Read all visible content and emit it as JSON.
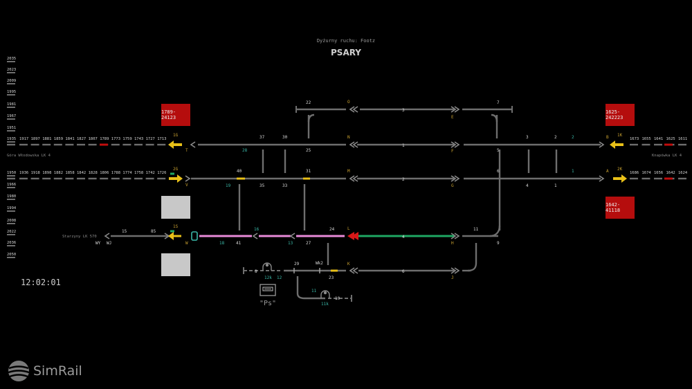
{
  "header": {
    "dispatcher": "Dyżurny ruchu: Footz",
    "station": "PSARY"
  },
  "clock": "12:02:01",
  "brand": {
    "name": "SimRail"
  },
  "colors": {
    "track": "#6e6e6e",
    "green": "#1fa863",
    "pink": "#e88ad8",
    "red": "#c20d0d",
    "yellow": "#e8c018",
    "cyan": "#3ab8a8",
    "label_yellow": "#c8a030"
  },
  "timeline_labels": [
    "2035",
    "2023",
    "2009",
    "1995",
    "1981",
    "1967",
    "1951",
    "1935",
    "1950",
    "1966",
    "1980",
    "1994",
    "2008",
    "2022",
    "2036",
    "2050"
  ],
  "upper_left_blocks": [
    "1917",
    "1897",
    "1881",
    "1859",
    "1841",
    "1827",
    "1807",
    "1789",
    "1773",
    "1759",
    "1743",
    "1727",
    "1713"
  ],
  "lower_left_blocks": [
    "1936",
    "1918",
    "1898",
    "1882",
    "1858",
    "1842",
    "1828",
    "1806",
    "1788",
    "1774",
    "1758",
    "1742",
    "1726"
  ],
  "upper_right_blocks": [
    "1673",
    "1655",
    "1641",
    "1625",
    "1611"
  ],
  "lower_right_blocks": [
    "1686",
    "1674",
    "1656",
    "1642",
    "1624"
  ],
  "line_labels": {
    "left": "Góra Włodowska LK 4",
    "right": "Knapówka LK 4",
    "starzyny": "Starzyny LK 570"
  },
  "trains": {
    "t1": "1789-24123",
    "t2": "1625-242223",
    "t3": "1642-41118"
  },
  "signals": {
    "1G": "1G",
    "2G": "2G",
    "1S": "1S",
    "1K": "1K",
    "2K": "2K",
    "T": "T",
    "V": "V",
    "W": "W",
    "WY": "WY",
    "WJ": "WJ",
    "O": "O",
    "N": "N",
    "M": "M",
    "L": "L",
    "K": "K",
    "E": "E",
    "F": "F",
    "G": "G",
    "H": "H",
    "J": "J",
    "A": "A",
    "B": "B",
    "Wk2": "Wk2"
  },
  "tracks": {
    "t1": "1",
    "t2": "2",
    "t3": "3",
    "t4": "4",
    "t6": "6"
  },
  "switches": {
    "s1": "1",
    "s2": "2",
    "s3": "3",
    "s4": "4",
    "s5": "5",
    "s6": "6",
    "s7": "7",
    "s8": "8",
    "s9": "9",
    "s10": "10",
    "s11": "11",
    "s11k": "11k",
    "s12": "12",
    "s12k": "12k",
    "s13": "13",
    "s15": "15",
    "s16": "16",
    "s18": "18",
    "s19": "19",
    "s22": "22",
    "s23": "23",
    "s24": "24",
    "s25": "25",
    "s27": "27",
    "s28": "28",
    "s29": "29",
    "s30": "30",
    "s31": "31",
    "s33": "33",
    "s35": "35",
    "s37": "37",
    "s40": "40",
    "s41": "41",
    "s85": "85",
    "c1": "1",
    "c2": "2"
  },
  "ps_label": "\"Ps\""
}
